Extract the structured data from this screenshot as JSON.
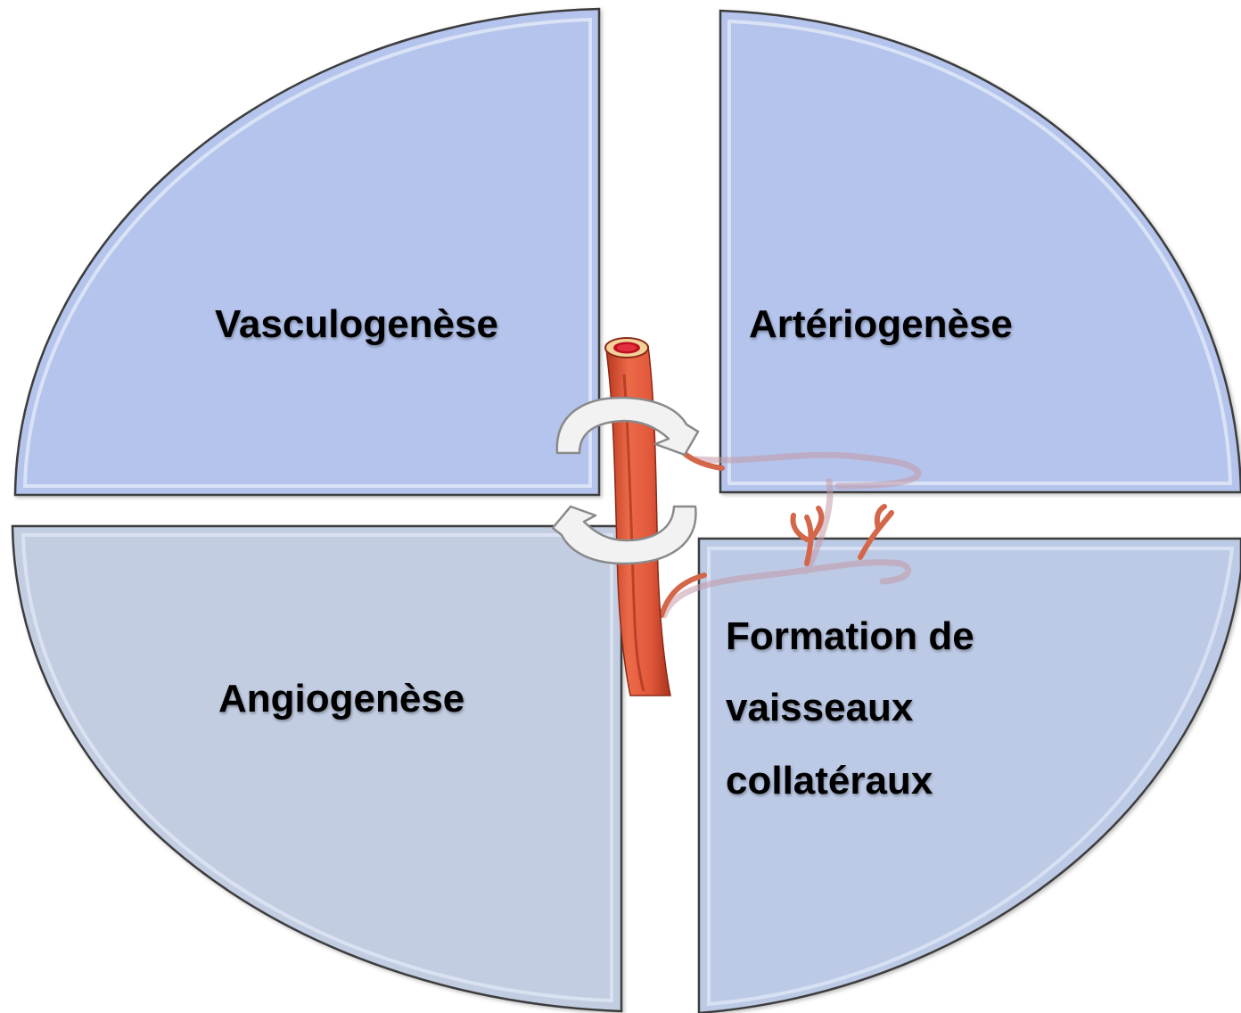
{
  "quadrants": {
    "top_left": {
      "label": "Vasculogenèse",
      "color": "#b4c4ec"
    },
    "top_right": {
      "label": "Artériogenèse",
      "color": "#b4c4ec"
    },
    "bottom_left": {
      "label": "Angiogenèse",
      "color": "#c2cde2"
    },
    "bottom_right": {
      "label_lines": [
        "Formation de",
        "vaisseaux",
        "collatéraux"
      ],
      "color": "#bccae6"
    }
  },
  "colors": {
    "outline": "#3c3c3c",
    "inner_highlight": "#e4ebf8",
    "vessel": "#e0573a",
    "vessel_dark": "#a8321c",
    "vessel_lumen": "#c01020",
    "vessel_wall": "#f2d29a",
    "arrow_fill": "#f2f2f2",
    "arrow_stroke": "#8a8a8a"
  },
  "icons": {
    "vessel": "blood-vessel-icon",
    "cycle_arrow_top": "curved-arrow-icon",
    "cycle_arrow_bottom": "curved-arrow-icon"
  }
}
